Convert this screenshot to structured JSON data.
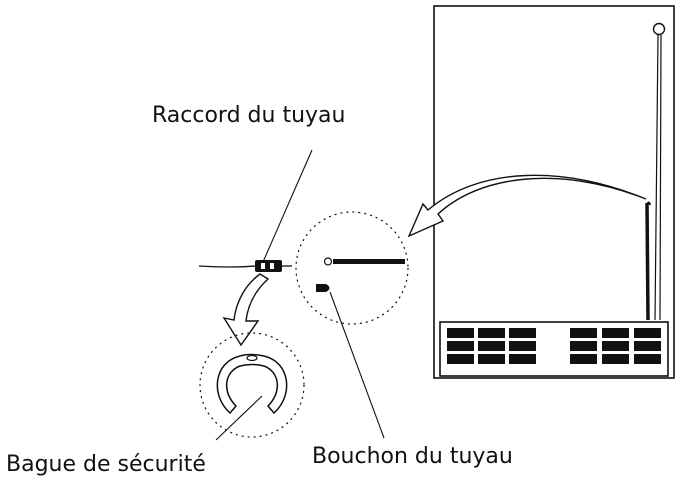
{
  "labels": {
    "hose_connector": "Raccord du tuyau",
    "hose_cap": "Bouchon du tuyau",
    "safety_ring": "Bague de sécurité"
  },
  "colors": {
    "line": "#111111",
    "background": "#ffffff"
  }
}
